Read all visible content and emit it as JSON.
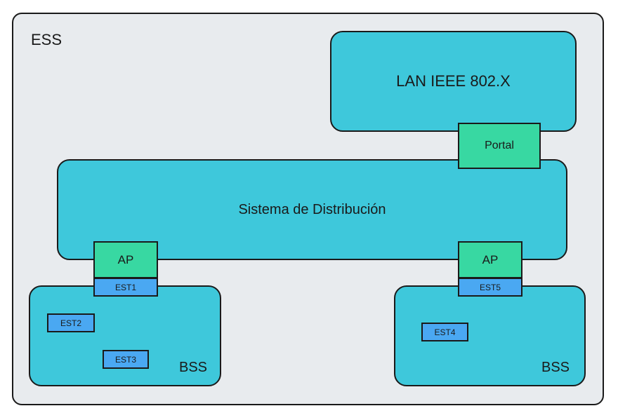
{
  "ess": {
    "label": "ESS"
  },
  "lan": {
    "label": "LAN IEEE 802.X"
  },
  "portal": {
    "label": "Portal"
  },
  "distribution_system": {
    "label": "Sistema de Distribución"
  },
  "access_points": [
    {
      "label": "AP"
    },
    {
      "label": "AP"
    }
  ],
  "stations": {
    "est1": "EST1",
    "est2": "EST2",
    "est3": "EST3",
    "est4": "EST4",
    "est5": "EST5"
  },
  "bss": [
    {
      "label": "BSS"
    },
    {
      "label": "BSS"
    }
  ],
  "colors": {
    "ess_fill": "#e8ebee",
    "network_fill": "#3ec8db",
    "node_fill": "#38d8a2",
    "station_fill": "#4aa8f2",
    "stroke": "#1a1a1a"
  }
}
